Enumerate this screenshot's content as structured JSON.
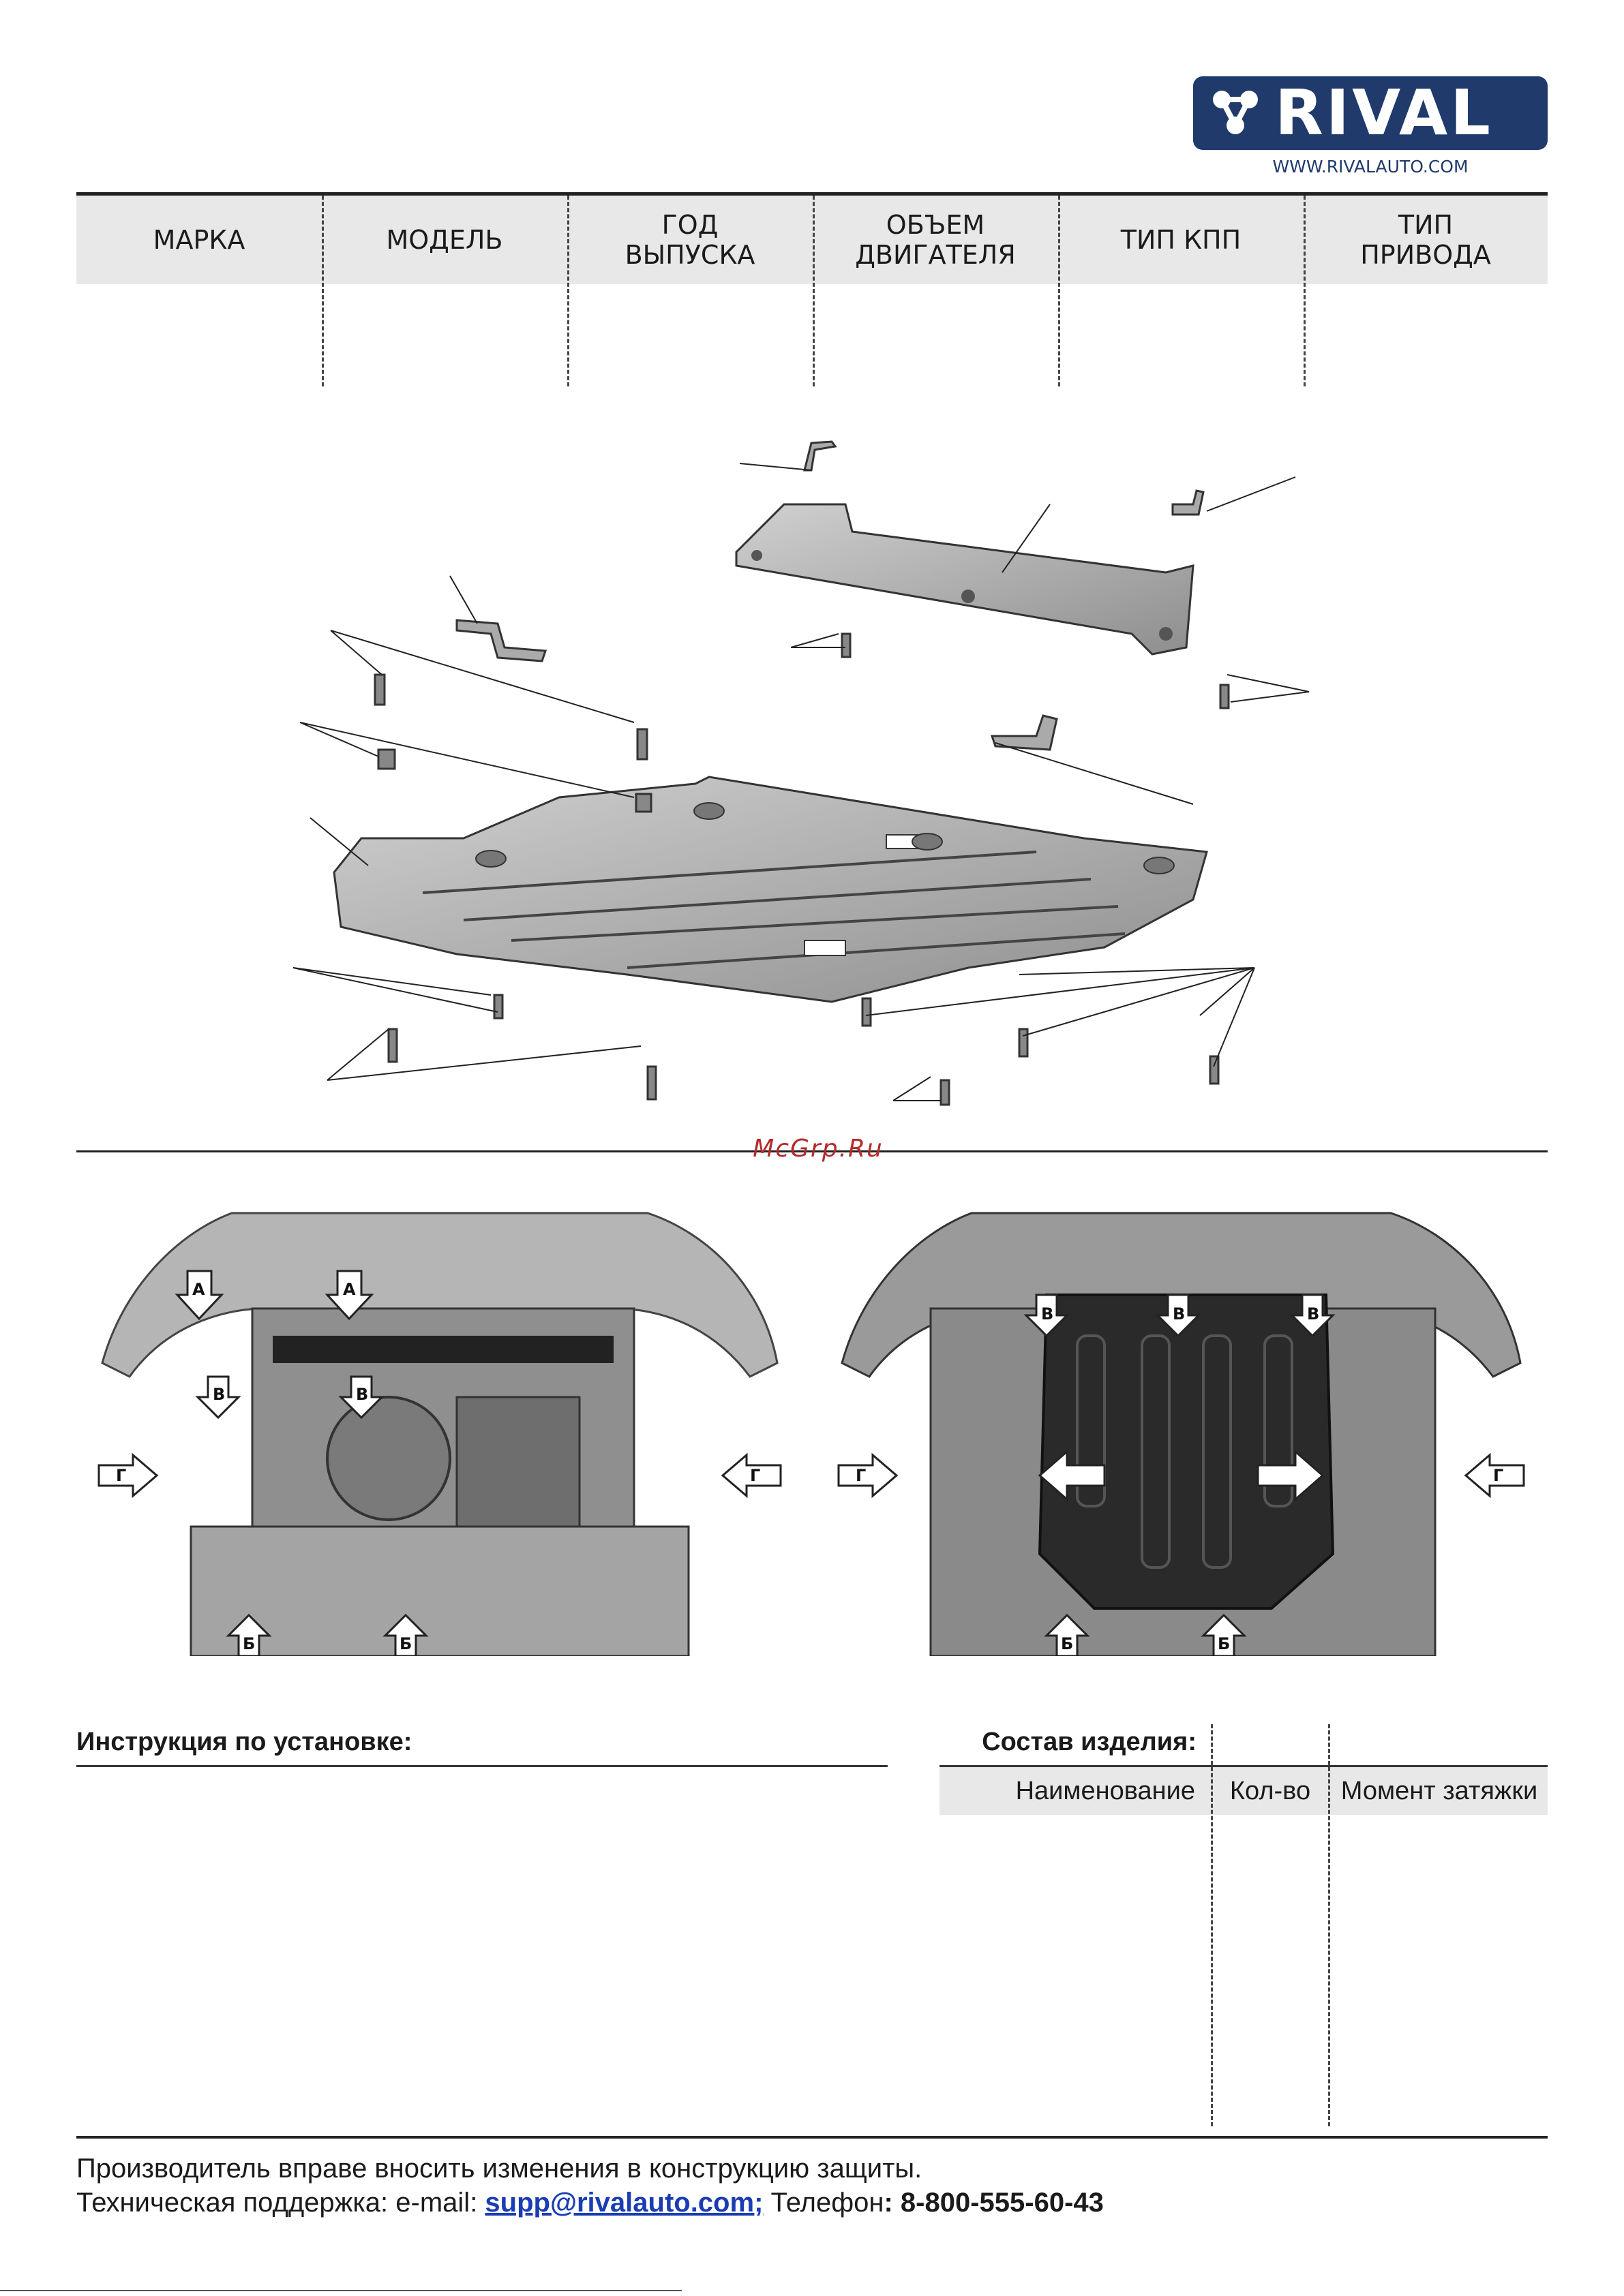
{
  "brand": {
    "logo_text": "RIVAL",
    "website": "WWW.RIVALAUTO.COM",
    "color": "#203a6c"
  },
  "header_columns": [
    {
      "line1": "МАРКА",
      "line2": ""
    },
    {
      "line1": "МОДЕЛЬ",
      "line2": ""
    },
    {
      "line1": "ГОД",
      "line2": "ВЫПУСКА"
    },
    {
      "line1": "ОБЪЕМ",
      "line2": "ДВИГАТЕЛЯ"
    },
    {
      "line1": "ТИП КПП",
      "line2": ""
    },
    {
      "line1": "ТИП",
      "line2": "ПРИВОДА"
    }
  ],
  "watermark": "McGrp.Ru",
  "photo_labels": {
    "left": [
      "А",
      "А",
      "В",
      "В",
      "Г",
      "Г",
      "Б",
      "Б"
    ],
    "right": [
      "В",
      "В",
      "В",
      "Г",
      "Г",
      "Б",
      "Б"
    ]
  },
  "instructions": {
    "title": "Инструкция по установке:"
  },
  "composition": {
    "title": "Состав изделия:",
    "columns": [
      "Наименование",
      "Кол-во",
      "Момент затяжки"
    ]
  },
  "footer": {
    "line1": "Производитель вправе вносить изменения в конструкцию защиты.",
    "support_prefix": "Техническая поддержка:  e-mail: ",
    "email": "supp@rivalauto.com",
    "separator": ";",
    "phone_prefix": " Телефон",
    "phone": ": 8-800-555-60-43"
  }
}
